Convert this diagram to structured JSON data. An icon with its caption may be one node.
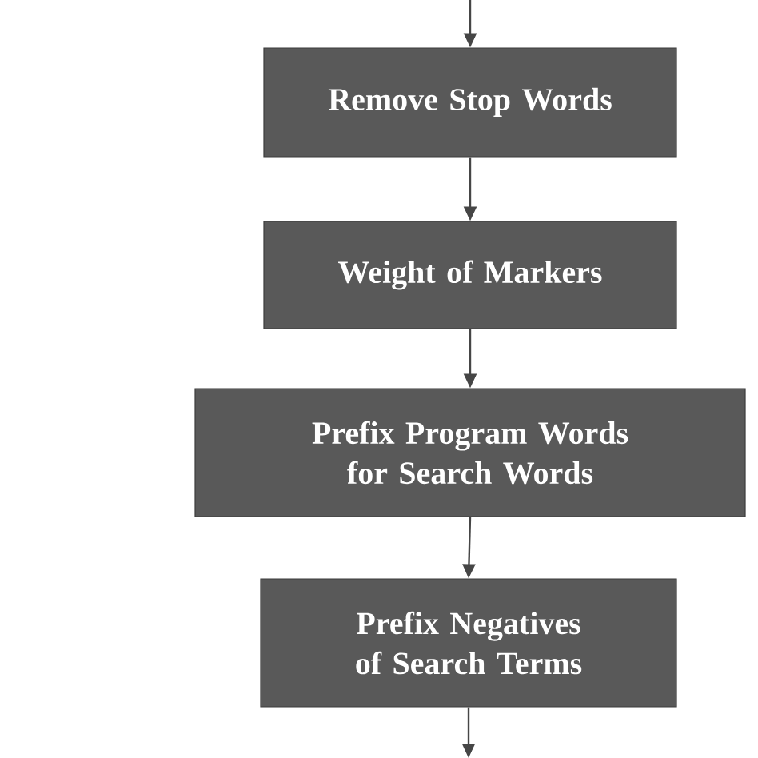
{
  "diagram": {
    "nodes": [
      {
        "text": [
          "Remove Stop Words"
        ]
      },
      {
        "text": [
          "Weight of Markers"
        ]
      },
      {
        "text": [
          "Prefix Program Words for Search Words"
        ]
      },
      {
        "text": [
          "Prefix Negatives of Search Terms"
        ]
      }
    ],
    "edges": [
      {
        "from": null,
        "to": 0,
        "arrow": "to"
      },
      {
        "from": 0,
        "to": 1,
        "arrow": "to"
      },
      {
        "from": 1,
        "to": 2,
        "arrow": "to"
      },
      {
        "from": 2,
        "to": 3,
        "arrow": "to"
      },
      {
        "from": 3,
        "to": null,
        "arrow": "to"
      }
    ]
  }
}
